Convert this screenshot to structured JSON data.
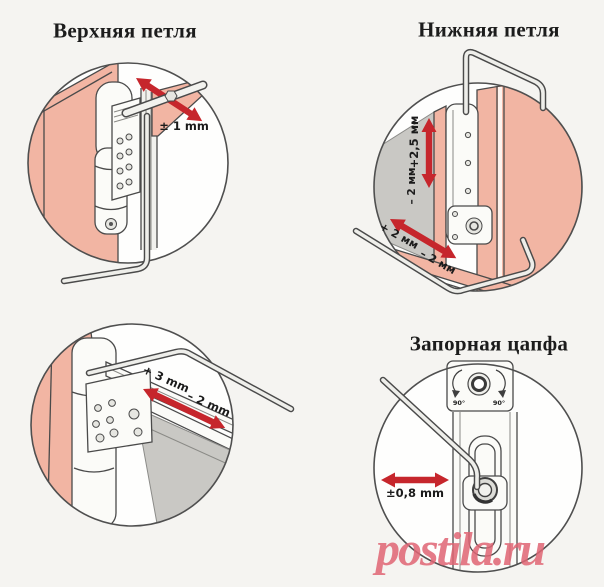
{
  "titles": {
    "upper_hinge": "Верхняя петля",
    "lower_hinge": "Нижняя петля",
    "locking_cam": "Запорная цапфа"
  },
  "labels": {
    "upper_hinge_range": "± 1 mm",
    "lower_hinge_vertical_plus": "+2,5 мм",
    "lower_hinge_vertical_minus": "– 2 мм",
    "lower_hinge_lateral_plus": "+ 2 мм",
    "lower_hinge_lateral_minus": "– 2 мм",
    "corner_hinge_plus": "+ 3 mm",
    "corner_hinge_minus": "– 2 mm",
    "locking_cam_range": "±0,8 mm",
    "locking_cam_rotation_left": "90°",
    "locking_cam_rotation_right": "90°"
  },
  "watermark": "postila.ru",
  "colors": {
    "background": "#f5f4f1",
    "frame_pink": "#f2b5a3",
    "glass_gray": "#c9c8c4",
    "arrow_red": "#c6262c",
    "line": "#4a4a4a",
    "watermark_pink": "#df6473"
  }
}
